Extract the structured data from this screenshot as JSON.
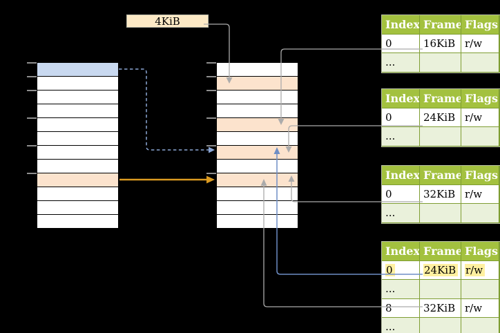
{
  "title_box": {
    "label": "4KiB"
  },
  "colors": {
    "background": "#000000",
    "table_header_green": "#A3C13F",
    "table_row_green": "#EAF1DB",
    "table_border_green": "#7E9D32",
    "highlight_yellow": "#FFF0A0",
    "row_peach": "#FCE3CD",
    "row_blue": "#C9D9F0",
    "box_cream": "#FCE9C5",
    "line_gray": "#ABABAB",
    "line_blue": "#6E8EC5",
    "line_dashed_blue": "#8CA7D6",
    "line_orange": "#DC9B21",
    "tick_gray": "#8F8F8F"
  },
  "left_column": {
    "row_count": 12,
    "blue_rows": [
      0
    ],
    "peach_rows": [
      8
    ]
  },
  "middle_column": {
    "row_count": 12,
    "blue_rows": [],
    "peach_rows": [
      1,
      4,
      6,
      8
    ]
  },
  "page_tables": [
    {
      "headers": [
        "Index",
        "Frame",
        "Flags"
      ],
      "rows": [
        {
          "cells": [
            "0",
            "16KiB",
            "r/w"
          ],
          "tone": "white",
          "highlighted": false
        },
        {
          "cells": [
            "...",
            "",
            ""
          ],
          "tone": "green",
          "highlighted": false
        }
      ]
    },
    {
      "headers": [
        "Index",
        "Frame",
        "Flags"
      ],
      "rows": [
        {
          "cells": [
            "0",
            "24KiB",
            "r/w"
          ],
          "tone": "white",
          "highlighted": false
        },
        {
          "cells": [
            "...",
            "",
            ""
          ],
          "tone": "green",
          "highlighted": false
        }
      ]
    },
    {
      "headers": [
        "Index",
        "Frame",
        "Flags"
      ],
      "rows": [
        {
          "cells": [
            "0",
            "32KiB",
            "r/w"
          ],
          "tone": "white",
          "highlighted": false
        },
        {
          "cells": [
            "...",
            "",
            ""
          ],
          "tone": "green",
          "highlighted": false
        }
      ]
    },
    {
      "headers": [
        "Index",
        "Frame",
        "Flags"
      ],
      "rows": [
        {
          "cells": [
            "0",
            "24KiB",
            "r/w"
          ],
          "tone": "white",
          "highlighted": true
        },
        {
          "cells": [
            "...",
            "",
            ""
          ],
          "tone": "green",
          "highlighted": false
        },
        {
          "cells": [
            "8",
            "32KiB",
            "r/w"
          ],
          "tone": "white",
          "highlighted": false
        },
        {
          "cells": [
            "...",
            "",
            ""
          ],
          "tone": "green",
          "highlighted": false
        }
      ]
    }
  ]
}
